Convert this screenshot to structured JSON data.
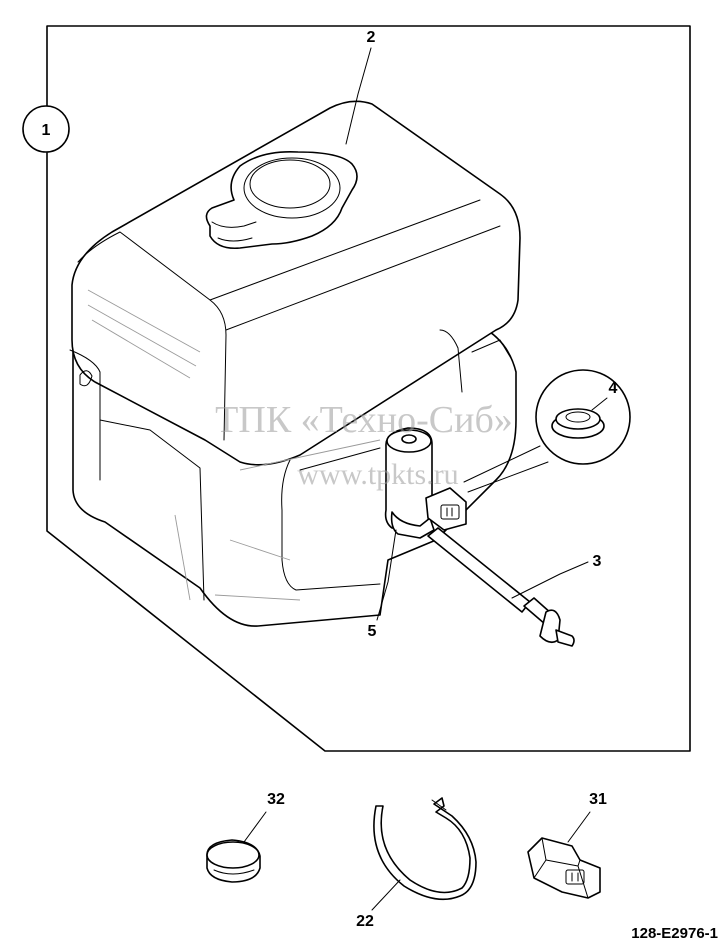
{
  "callouts": {
    "assembly": "1",
    "cap": "2",
    "hose": "3",
    "grommet": "4",
    "pump": "5",
    "plug": "32",
    "cable_tie": "22",
    "connector": "31"
  },
  "watermark": {
    "company": "ТПК «Техно-Сиб»",
    "url": "www.tpkts.ru"
  },
  "drawing_ref": "128-E2976-1"
}
